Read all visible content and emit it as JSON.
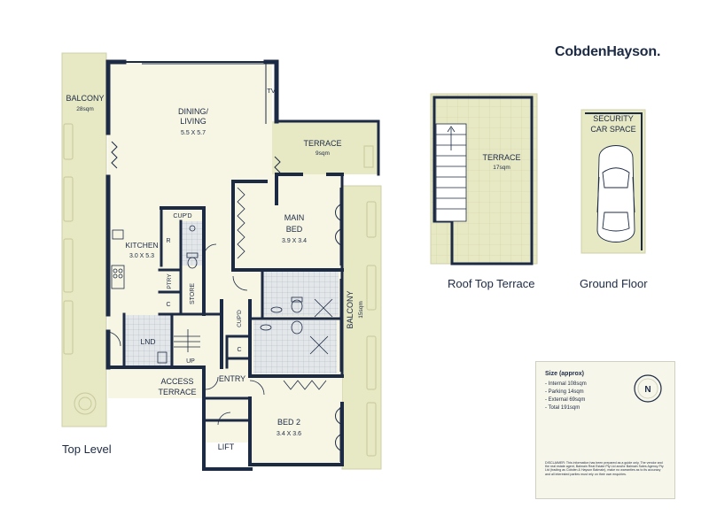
{
  "brand": {
    "logo_text": "CobdenHayson."
  },
  "plans": {
    "top_level": {
      "caption": "Top Level",
      "rooms": {
        "balcony_left": {
          "name": "BALCONY",
          "area": "28sqm"
        },
        "dining_living": {
          "name_line1": "DINING/",
          "name_line2": "LIVING",
          "dims": "5.5 X 5.7"
        },
        "tv": "TV",
        "terrace": {
          "name": "TERRACE",
          "area": "9sqm"
        },
        "main_bed": {
          "name_line1": "MAIN",
          "name_line2": "BED",
          "dims": "3.9 X 3.4"
        },
        "kitchen": {
          "name": "KITCHEN",
          "dims": "3.0 X 5.3"
        },
        "cupd_top": "CUP'D",
        "r": "R",
        "ptry": "PTRY",
        "c_left": "C",
        "store": "STORE",
        "cupd_mid": "CUP'D",
        "c_mid": "C",
        "balcony_right": {
          "name": "BALCONY",
          "area": "15sqm"
        },
        "lnd": "LND",
        "up": "UP",
        "access_terrace": {
          "line1": "ACCESS",
          "line2": "TERRACE"
        },
        "entry": "ENTRY",
        "bed2": {
          "name": "BED 2",
          "dims": "3.4 X 3.6"
        },
        "lift": "LIFT"
      }
    },
    "roof_top": {
      "caption": "Roof Top Terrace",
      "terrace": {
        "name": "TERRACE",
        "area": "17sqm"
      }
    },
    "ground_floor": {
      "caption": "Ground Floor",
      "space": {
        "line1": "SECURITY",
        "line2": "CAR SPACE"
      }
    }
  },
  "size_summary": {
    "title": "Size (approx)",
    "items": [
      "- Internal 108sqm",
      "- Parking 14sqm",
      "- External 69sqm",
      "- Total 191sqm"
    ],
    "compass_label": "N",
    "disclaimer": "DISCLAIMER: This information has been prepared as a guide only. The vendor and the real estate agent, Balmain Real Estate Pty Ltd and/or Balmain Sales Agency Pty Ltd (trading as Cobden & Hayson Balmain), make no warranties as to its accuracy and all interested parties must rely on their own enquiries."
  },
  "colors": {
    "wall": "#1c2a44",
    "interior": "#f7f6e4",
    "exterior": "#e7e8c4",
    "tile": "#dcdfe3",
    "line": "#9ea7b4"
  }
}
